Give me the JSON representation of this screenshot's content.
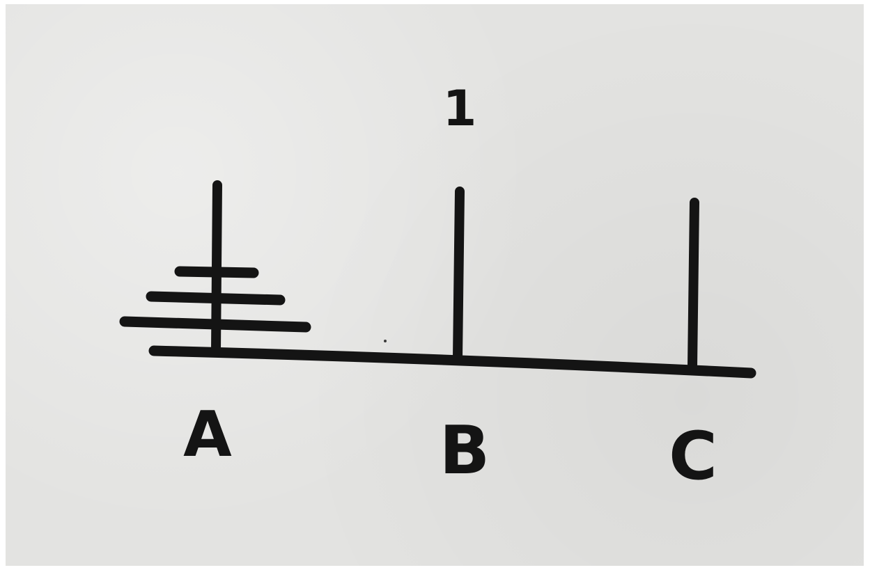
{
  "diagram": {
    "title": "Tower of Hanoi",
    "step_number": "1",
    "pegs": [
      {
        "label": "A",
        "disk_count": 3
      },
      {
        "label": "B",
        "disk_count": 0
      },
      {
        "label": "C",
        "disk_count": 0
      }
    ],
    "disks_bottom_to_top_on_A": [
      "large",
      "medium",
      "small"
    ],
    "ink_color": "#141414",
    "paper_color": "#e3e3e1"
  }
}
